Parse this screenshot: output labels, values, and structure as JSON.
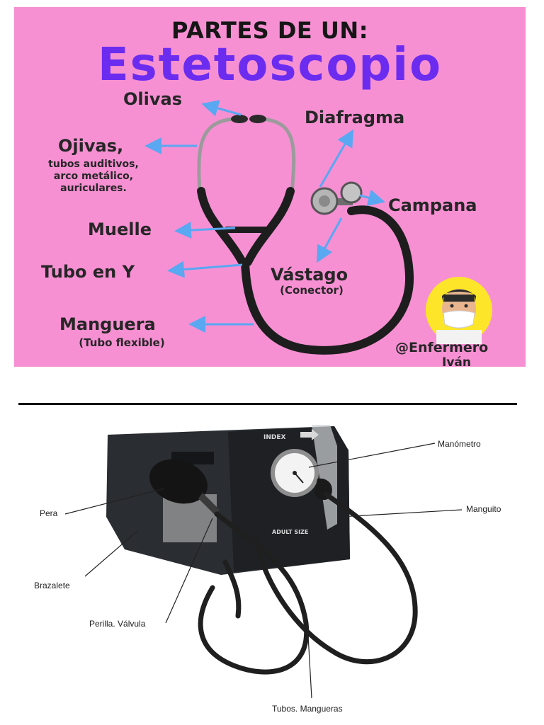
{
  "poster": {
    "heading": "PARTES DE UN:",
    "title": "Estetoscopio",
    "labels": {
      "olivas": "Olivas",
      "ojivas": "Ojivas,",
      "ojivas_sub": [
        "tubos auditivos,",
        "arco metálico,",
        "auriculares."
      ],
      "muelle": "Muelle",
      "tubo_y": "Tubo en Y",
      "manguera": "Manguera",
      "manguera_sub": "(Tubo flexible)",
      "diafragma": "Diafragma",
      "campana": "Campana",
      "vastago": "Vástago",
      "vastago_sub": "(Conector)"
    },
    "handle_line1": "@Enfermero",
    "handle_line2": "Iván",
    "colors": {
      "background": "#f690d3",
      "title": "#6b2cf0",
      "arrow": "#5aa7f2",
      "tube": "#1d1d1d",
      "avatar_bg": "#fde629"
    }
  },
  "blood_pressure": {
    "labels": {
      "manometro": "Manómetro",
      "manguito": "Manguito",
      "pera": "Pera",
      "brazalete": "Brazalete",
      "perilla": "Perilla. Válvula",
      "tubos": "Tubos. Mangueras"
    },
    "cuff_text_index": "INDEX",
    "cuff_text_size": "ADULT SIZE"
  }
}
